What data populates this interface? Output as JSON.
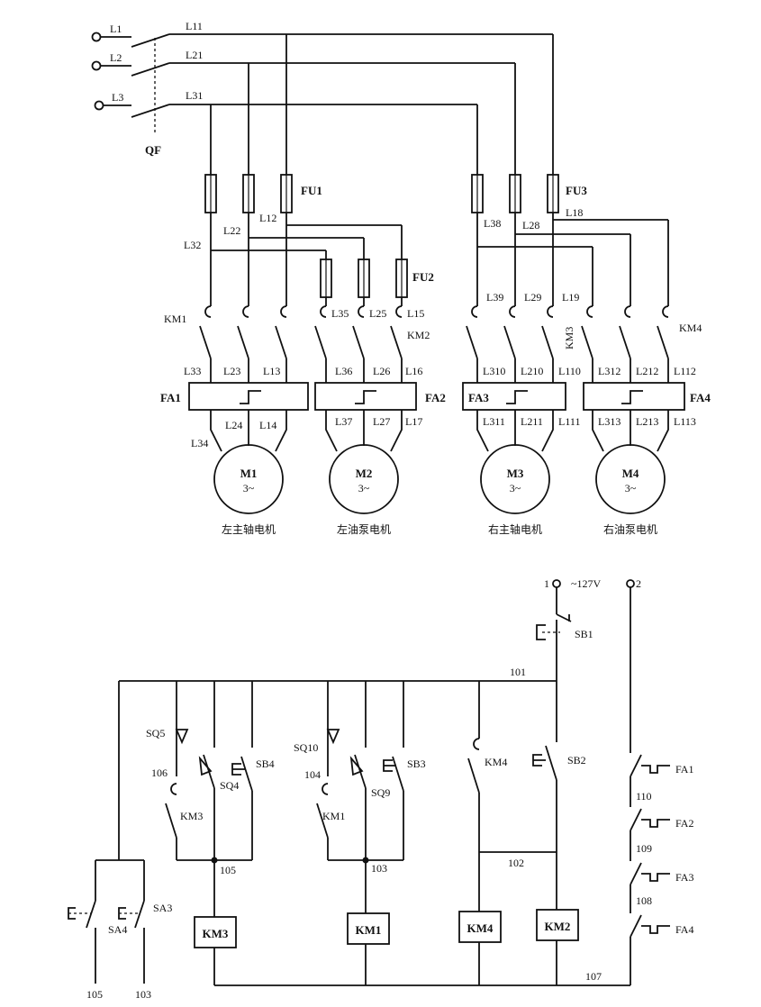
{
  "lines": {
    "l1": "L1",
    "l2": "L2",
    "l3": "L3",
    "qf": "QF",
    "l11": "L11",
    "l21": "L21",
    "l31": "L31"
  },
  "fuses": {
    "fu1": "FU1",
    "fu2": "FU2",
    "fu3": "FU3"
  },
  "wires": {
    "l12": "L12",
    "l22": "L22",
    "l32": "L32",
    "l35": "L35",
    "l25": "L25",
    "l15": "L15",
    "l33": "L33",
    "l23": "L23",
    "l13": "L13",
    "l36": "L36",
    "l26": "L26",
    "l16": "L16",
    "l24": "L24",
    "l14": "L14",
    "l34": "L34",
    "l37": "L37",
    "l27": "L27",
    "l17": "L17",
    "l38": "L38",
    "l28": "L28",
    "l18": "L18",
    "l39": "L39",
    "l29": "L29",
    "l19": "L19",
    "l310": "L310",
    "l210": "L210",
    "l110": "L110",
    "l312": "L312",
    "l212": "L212",
    "l112": "L112",
    "l311": "L311",
    "l211": "L211",
    "l111": "L111",
    "l313": "L313",
    "l213": "L213",
    "l113": "L113"
  },
  "contactors": {
    "km1": "KM1",
    "km2": "KM2",
    "km3": "KM3",
    "km4": "KM4"
  },
  "relays": {
    "fa1": "FA1",
    "fa2": "FA2",
    "fa3": "FA3",
    "fa4": "FA4"
  },
  "motors": [
    {
      "name": "M1",
      "phase": "3~",
      "caption": "左主轴电机"
    },
    {
      "name": "M2",
      "phase": "3~",
      "caption": "左油泵电机"
    },
    {
      "name": "M3",
      "phase": "3~",
      "caption": "右主轴电机"
    },
    {
      "name": "M4",
      "phase": "3~",
      "caption": "右油泵电机"
    }
  ],
  "control": {
    "t1": "1",
    "t2": "2",
    "voltage": "~127V",
    "sb1": "SB1",
    "sb2": "SB2",
    "sb3": "SB3",
    "sb4": "SB4",
    "sq4": "SQ4",
    "sq5": "SQ5",
    "sq9": "SQ9",
    "sq10": "SQ10",
    "sa3": "SA3",
    "sa4": "SA4",
    "n101": "101",
    "n102": "102",
    "n103": "103",
    "n104": "104",
    "n105": "105",
    "n106": "106",
    "n107": "107",
    "n108": "108",
    "n109": "109",
    "n110": "110"
  }
}
